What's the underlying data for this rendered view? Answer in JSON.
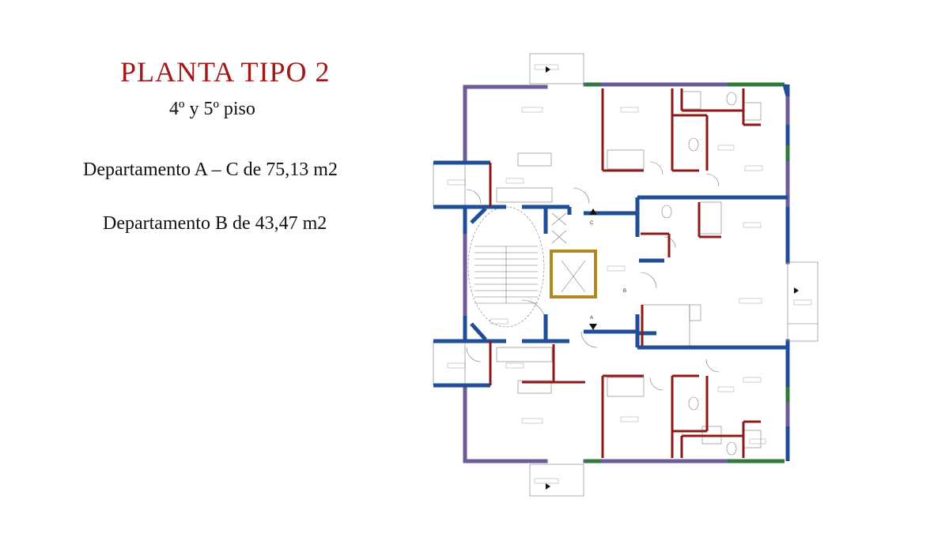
{
  "header": {
    "title": "PLANTA TIPO 2",
    "subtitle": "4º y 5º piso",
    "line_a_c": "Departamento A – C de 75,13 m2",
    "line_b": "Departamento B de 43,47 m2"
  },
  "plan": {
    "wall_colors": {
      "structure": "#1f4e96",
      "partition": "#8b1a1a",
      "facade": "#6d5a9c",
      "window": "#2f7a3a",
      "core": "#b08a20"
    }
  }
}
